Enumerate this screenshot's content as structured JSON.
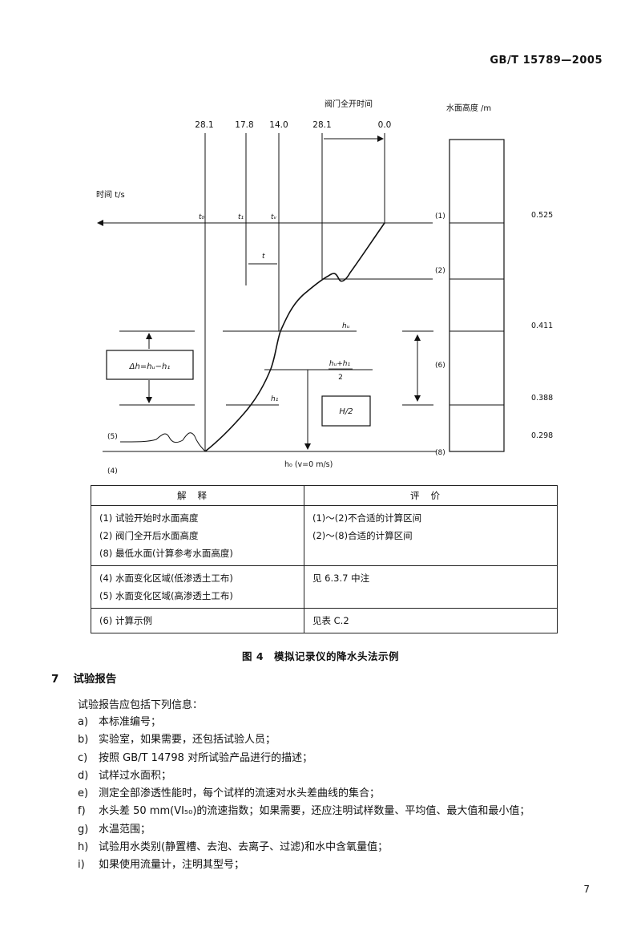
{
  "header": {
    "standard_number": "GB/T 15789—2005"
  },
  "figure": {
    "valve_time_label": "阀门全开时间",
    "water_height_label": "水面高度 /m",
    "time_axis_label": "时间 t/s",
    "top_ticks": [
      "28.1",
      "17.8",
      "14.0",
      "28.1",
      "0.0"
    ],
    "t_markers": [
      "t₀",
      "t₁",
      "tᵥ"
    ],
    "t_interval": "t",
    "heights": [
      "0.525",
      "0.411",
      "0.388",
      "0.298"
    ],
    "levels": [
      "(1)",
      "(2)",
      "(6)",
      "(8)"
    ],
    "left_marks": [
      "(5)",
      "(4)"
    ],
    "h_u": "hᵤ",
    "h_1": "h₁",
    "h_mid_num": "hᵤ+h₁",
    "h_mid_den": "2",
    "delta_h": "Δh=hᵤ−h₁",
    "h_half": "H/2",
    "h_zero": "h₀ (v=0 m/s)",
    "caption": "图 4　模拟记录仪的降水头法示例"
  },
  "table": {
    "headers": [
      "解释",
      "评价"
    ],
    "rows": [
      {
        "explain": [
          "(1) 试验开始时水面高度",
          "(2) 阀门全开后水面高度",
          "(8) 最低水面(计算参考水面高度)"
        ],
        "eval": [
          "(1)～(2)不合适的计算区间",
          "(2)～(8)合适的计算区间"
        ]
      },
      {
        "explain": [
          "(4) 水面变化区域(低渗透土工布)",
          "(5) 水面变化区域(高渗透土工布)"
        ],
        "eval": [
          "见 6.3.7 中注"
        ]
      },
      {
        "explain": [
          "(6) 计算示例"
        ],
        "eval": [
          "见表 C.2"
        ]
      }
    ]
  },
  "section": {
    "number": "7",
    "title": "试验报告",
    "intro": "试验报告应包括下列信息：",
    "items": [
      {
        "mark": "a)",
        "text": "本标准编号；"
      },
      {
        "mark": "b)",
        "text": "实验室，如果需要，还包括试验人员；"
      },
      {
        "mark": "c)",
        "text": "按照 GB/T 14798 对所试验产品进行的描述；"
      },
      {
        "mark": "d)",
        "text": "试样过水面积；"
      },
      {
        "mark": "e)",
        "text": "测定全部渗透性能时，每个试样的流速对水头差曲线的集合；"
      },
      {
        "mark": "f)",
        "text": "水头差 50 mm(VI₅₀)的流速指数；如果需要，还应注明试样数量、平均值、最大值和最小值；"
      },
      {
        "mark": "g)",
        "text": "水温范围；"
      },
      {
        "mark": "h)",
        "text": "试验用水类别(静置槽、去泡、去离子、过滤)和水中含氧量值；"
      },
      {
        "mark": "i)",
        "text": "如果使用流量计，注明其型号；"
      }
    ]
  },
  "page_number": "7"
}
